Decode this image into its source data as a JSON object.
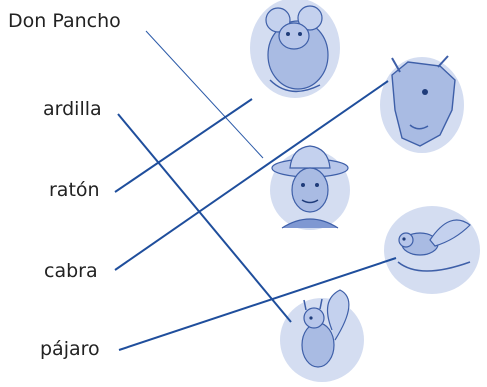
{
  "labels": {
    "don_pancho": "Don Pancho",
    "ardilla": "ardilla",
    "raton": "ratón",
    "cabra": "cabra",
    "pajaro": "pájaro"
  },
  "colors": {
    "line": "#1f4e9c",
    "thin_line": "#2b5aa8",
    "illustration_fill": "#c9d4ee",
    "illustration_stroke": "#3e5fa8",
    "text": "#222222"
  },
  "illustrations": [
    {
      "name": "mouse",
      "description": "mouse-icon"
    },
    {
      "name": "goat",
      "description": "goat-icon"
    },
    {
      "name": "man-with-hat",
      "description": "man-with-hat-icon"
    },
    {
      "name": "bird",
      "description": "bird-icon"
    },
    {
      "name": "squirrel",
      "description": "squirrel-icon"
    }
  ]
}
